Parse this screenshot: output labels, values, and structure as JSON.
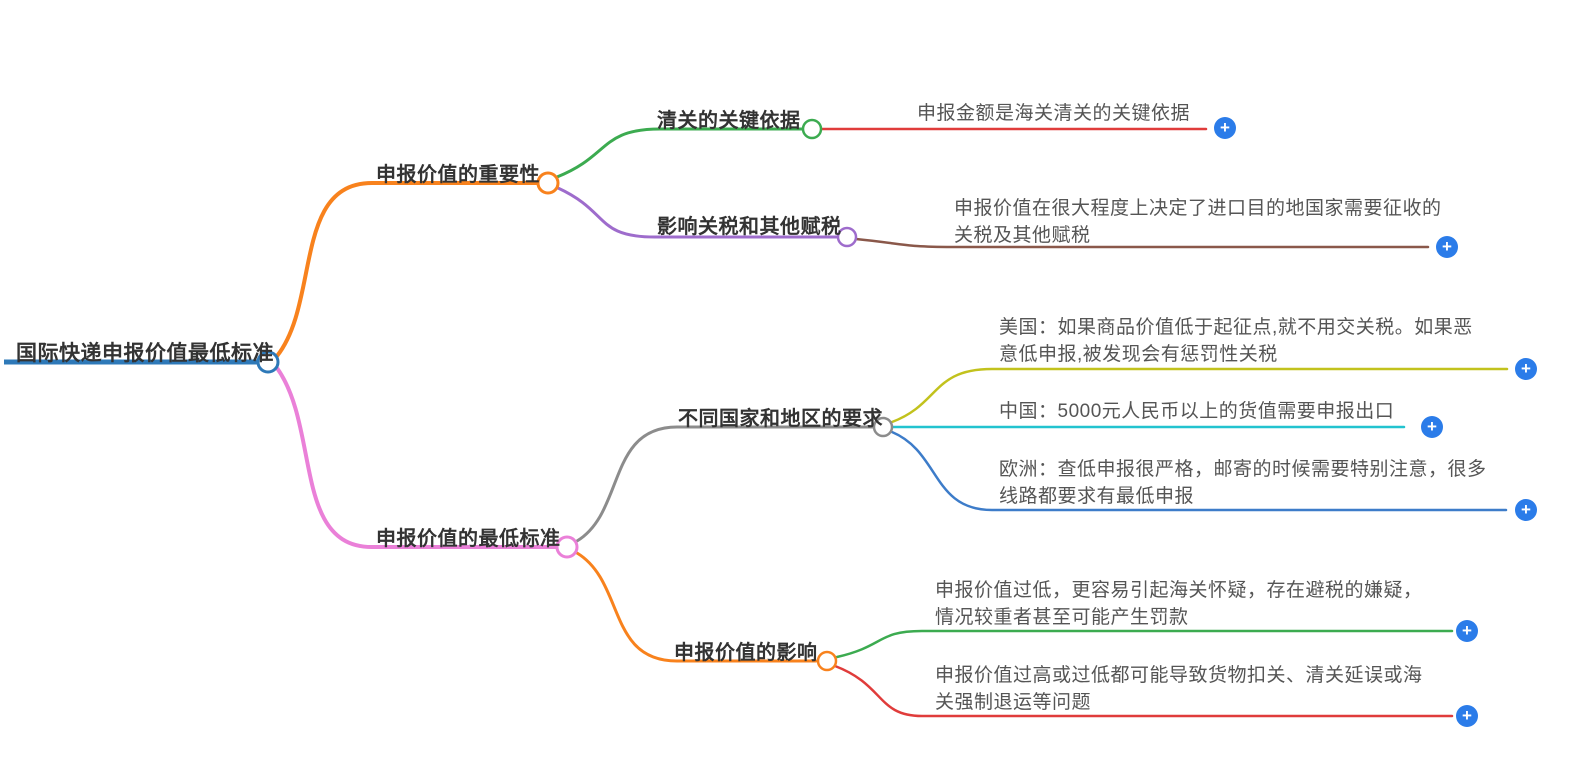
{
  "ui": {
    "add_label": "+"
  },
  "colors": {
    "root_blue": "#2e79b8",
    "orange": "#f8821d",
    "pink": "#ea80d8",
    "green": "#3cab50",
    "red": "#e03c3b",
    "purple": "#9e6ccc",
    "brown": "#8a584a",
    "gray": "#8c8c8c",
    "olive": "#c2c21d",
    "cyan": "#22c3cf",
    "blue": "#3d7cc9",
    "add_button_blue": "#2b7ce9"
  },
  "map": {
    "root": {
      "label": "国际快递申报价值最低标准"
    },
    "branches": [
      {
        "label": "申报价值的重要性",
        "children": [
          {
            "label": "清关的关键依据",
            "leaves": [
              {
                "lines": [
                  "申报金额是海关清关的关键依据"
                ]
              }
            ]
          },
          {
            "label": "影响关税和其他赋税",
            "leaves": [
              {
                "lines": [
                  "申报价值在很大程度上决定了进口目的地国家需要征收的",
                  "关税及其他赋税"
                ]
              }
            ]
          }
        ]
      },
      {
        "label": "申报价值的最低标准",
        "children": [
          {
            "label": "不同国家和地区的要求",
            "leaves": [
              {
                "lines": [
                  "美国：如果商品价值低于起征点,就不用交关税。如果恶",
                  "意低申报,被发现会有惩罚性关税"
                ]
              },
              {
                "lines": [
                  "中国：5000元人民币以上的货值需要申报出口"
                ]
              },
              {
                "lines": [
                  "欧洲：查低申报很严格，邮寄的时候需要特别注意，很多",
                  "线路都要求有最低申报"
                ]
              }
            ]
          },
          {
            "label": "申报价值的影响",
            "leaves": [
              {
                "lines": [
                  "申报价值过低，更容易引起海关怀疑，存在避税的嫌疑，",
                  "情况较重者甚至可能产生罚款"
                ]
              },
              {
                "lines": [
                  "申报价值过高或过低都可能导致货物扣关、清关延误或海",
                  "关强制退运等问题"
                ]
              }
            ]
          }
        ]
      }
    ]
  }
}
